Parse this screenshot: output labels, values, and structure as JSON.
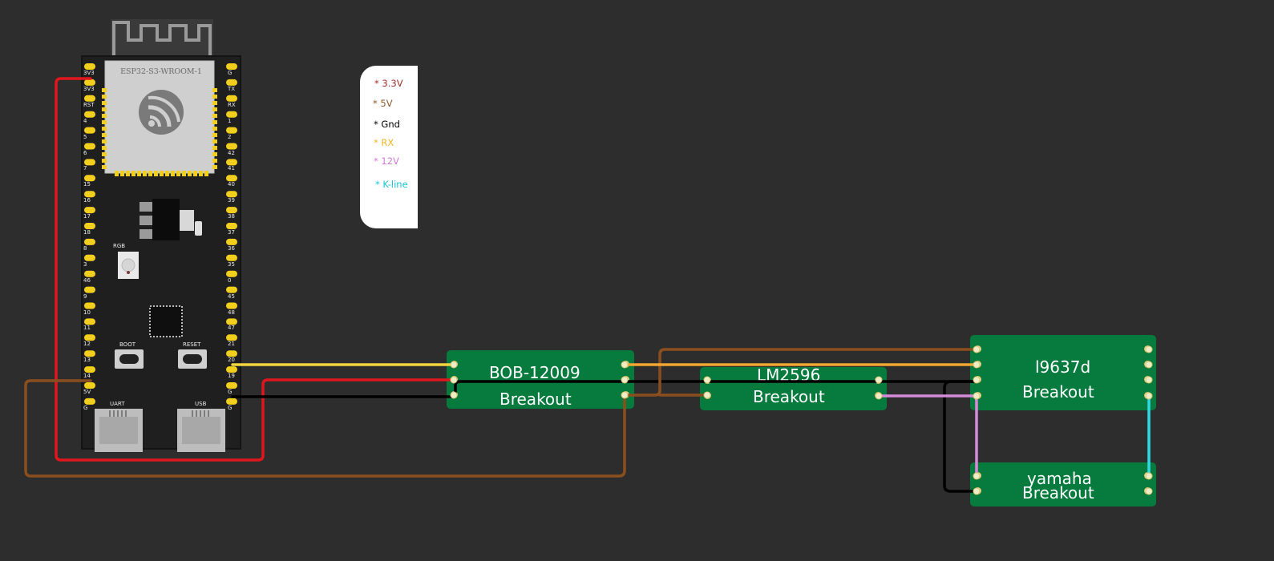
{
  "esp32": {
    "module_label": "ESP32-S3-WROOM-1",
    "left_pins": [
      "3V3",
      "3V3",
      "RST",
      "4",
      "5",
      "6",
      "7",
      "15",
      "16",
      "17",
      "18",
      "8",
      "3",
      "46",
      "9",
      "10",
      "11",
      "12",
      "13",
      "14",
      "5V",
      "G"
    ],
    "right_pins": [
      "G",
      "TX",
      "RX",
      "1",
      "2",
      "42",
      "41",
      "40",
      "39",
      "38",
      "37",
      "36",
      "35",
      "0",
      "45",
      "48",
      "47",
      "21",
      "20",
      "19",
      "G",
      "G"
    ],
    "rgb_label": "RGB",
    "boot_label": "BOOT",
    "reset_label": "RESET",
    "uart_label": "UART",
    "usb_label": "USB"
  },
  "legend": {
    "items": [
      {
        "text": "* 3.3V",
        "color": "#a12f2f"
      },
      {
        "text": "* 5V",
        "color": "#8b5a2b"
      },
      {
        "text": "* Gnd",
        "color": "#000000"
      },
      {
        "text": "* RX",
        "color": "#f0b52a"
      },
      {
        "text": "* 12V",
        "color": "#d37bd7"
      },
      {
        "text": "* K-line",
        "color": "#19c6d6"
      }
    ]
  },
  "boards": {
    "bob": {
      "line1": "BOB-12009",
      "line2": "Breakout"
    },
    "lm": {
      "line1": "LM2596",
      "line2": "Breakout"
    },
    "l9637": {
      "line1": "l9637d",
      "line2": "Breakout"
    },
    "yamaha": {
      "line1": "yamaha",
      "line2": "Breakout"
    }
  },
  "colors": {
    "background": "#2d2d2d",
    "board_green": "#077b3e",
    "pcb": "#1f1f1f",
    "pad_yellow": "#f2cf1d",
    "wire_red": "#e0161d",
    "wire_black": "#000000",
    "wire_brown": "#8b4f1e",
    "wire_yellow": "#f1d541",
    "wire_orange": "#f0a631",
    "wire_pink": "#d58bd9",
    "wire_cyan": "#2fd9e6"
  }
}
